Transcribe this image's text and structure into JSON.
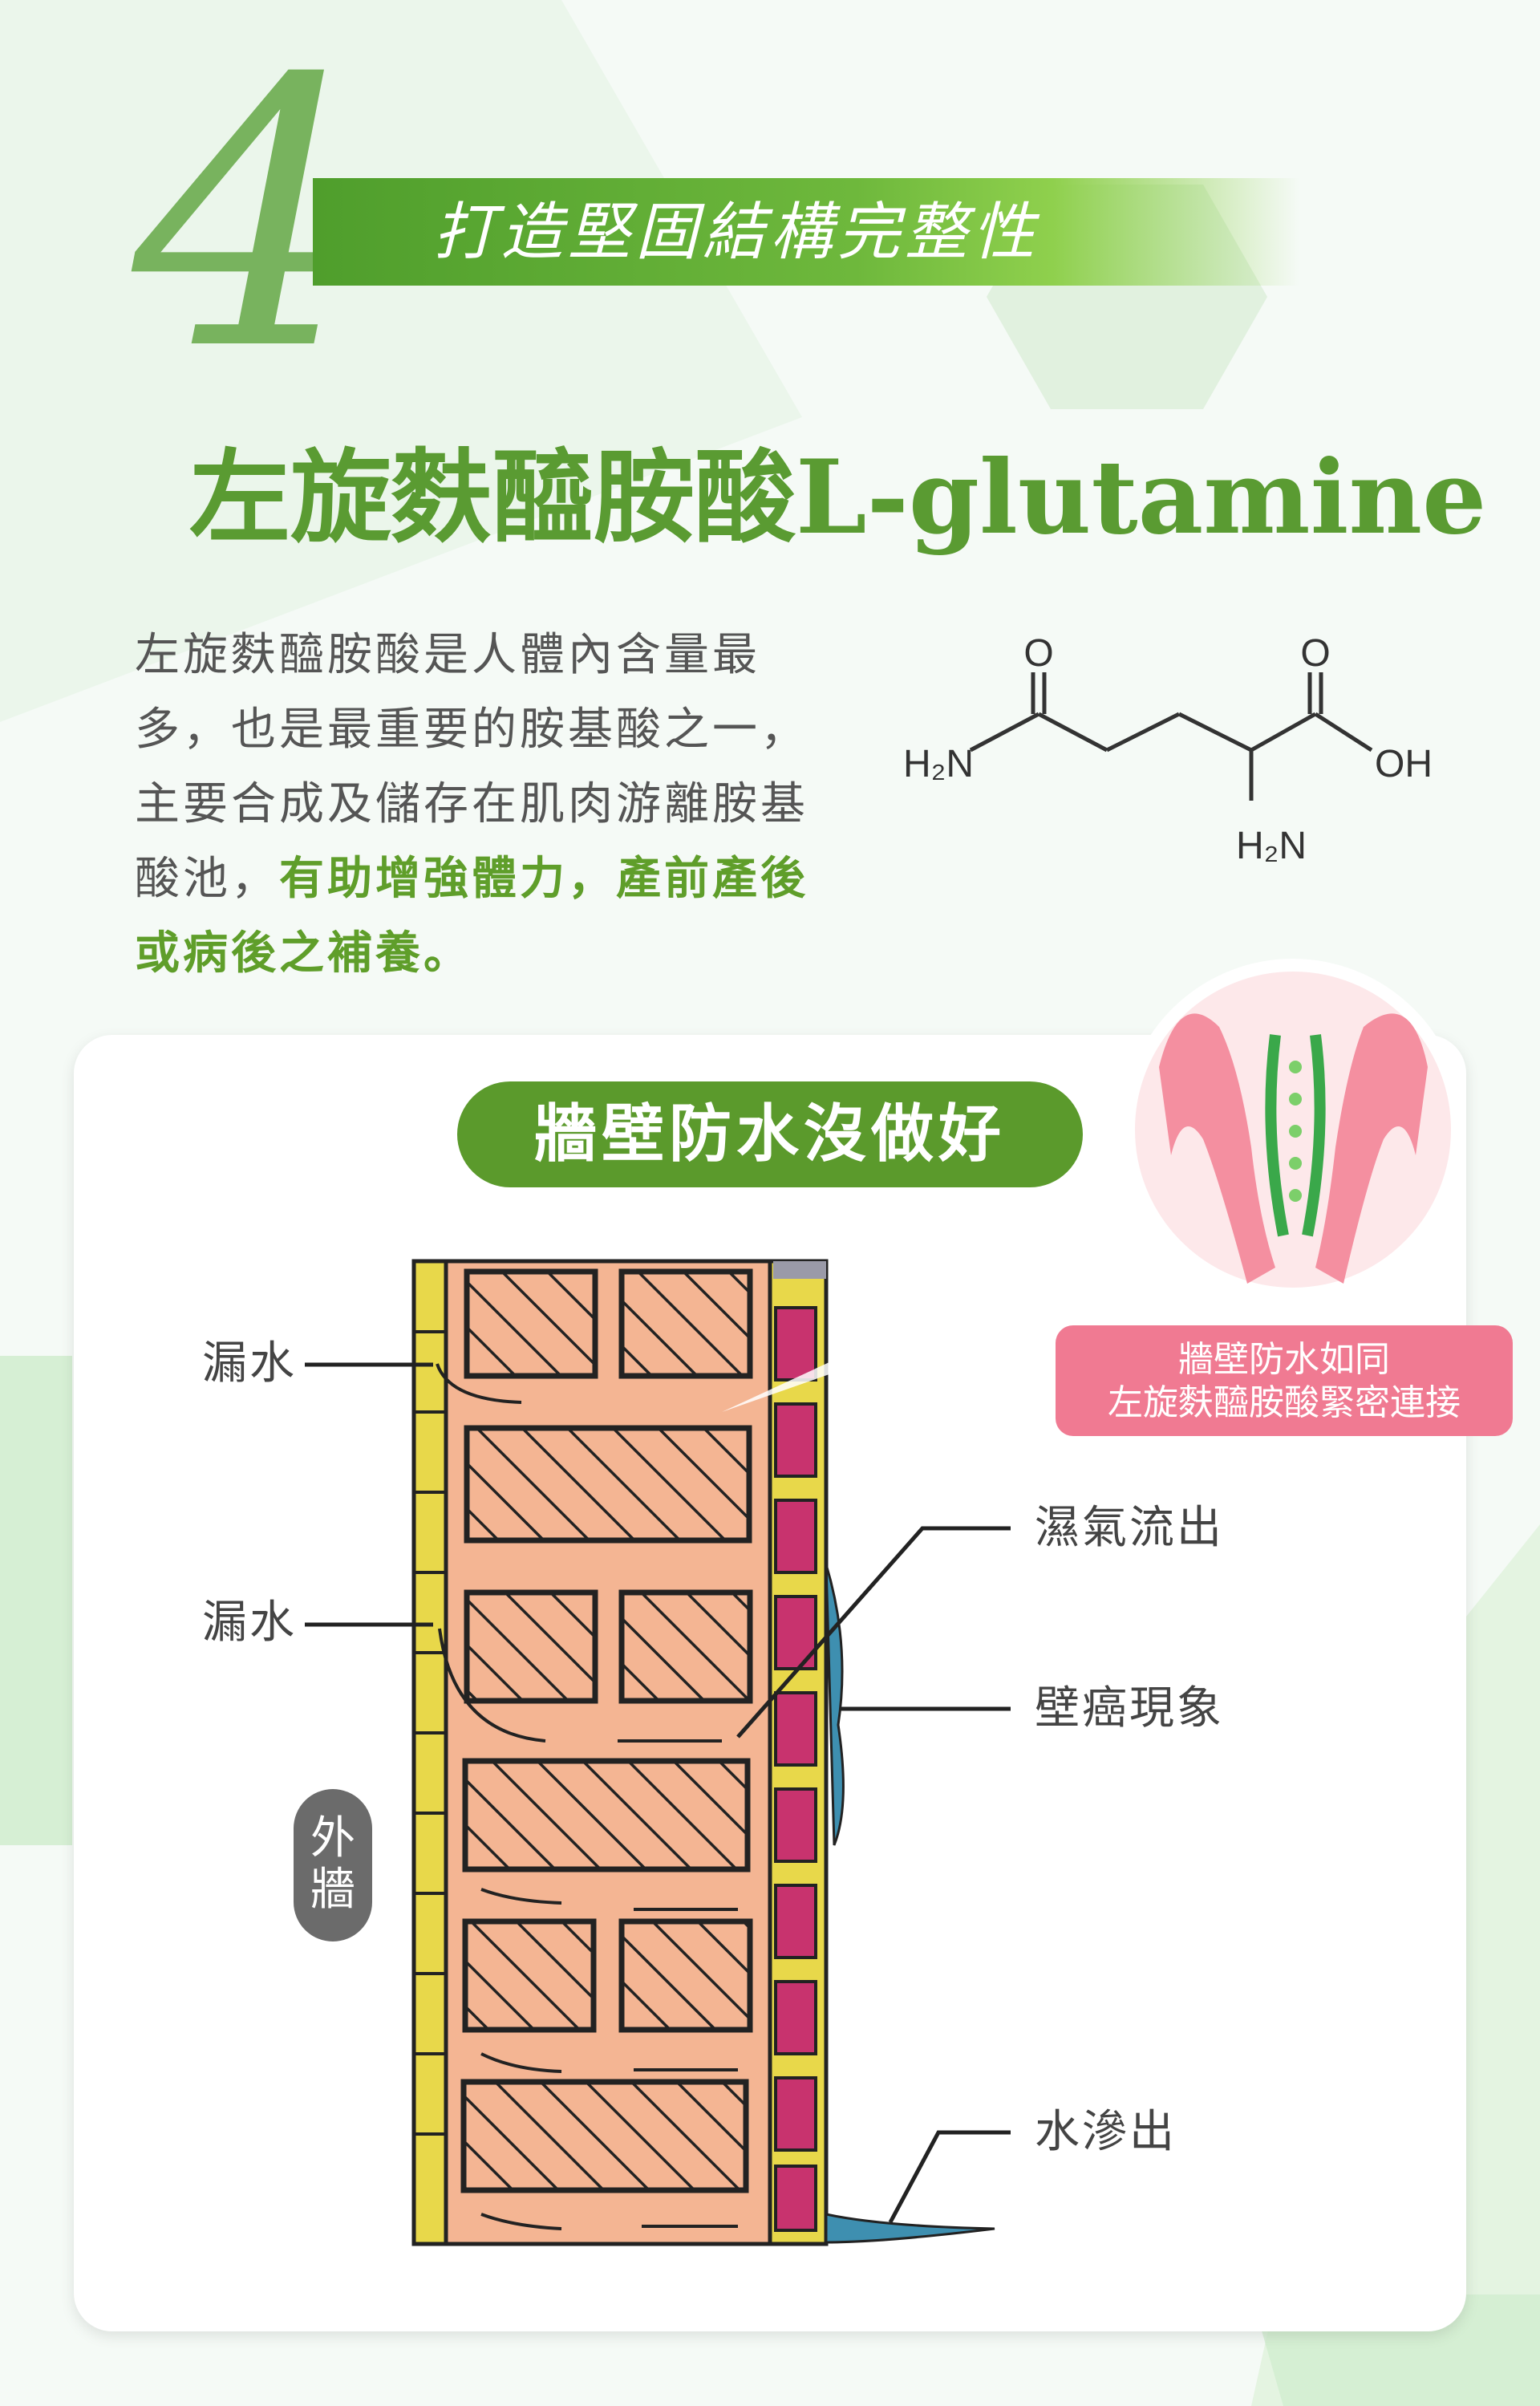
{
  "header": {
    "step_number": "4",
    "banner_text": "打造堅固結構完整性",
    "title": "左旋麩醯胺酸L-glutamine"
  },
  "intro": {
    "text_plain": "左旋麩醯胺酸是人體內含量最多，也是最重要的胺基酸之一，主要合成及儲存在肌肉游離胺基酸池，",
    "text_highlight": "有助增強體力，產前產後或病後之補養。"
  },
  "molecule": {
    "label_o_left": "O",
    "label_o_right": "O",
    "label_nh2_left": "H₂N",
    "label_oh": "OH",
    "label_nh2_bottom": "H₂N"
  },
  "diagram": {
    "pill_title": "牆壁防水沒做好",
    "label_leak_1": "漏水",
    "label_leak_2": "漏水",
    "label_outer_wall": "外牆",
    "callout_line1": "牆壁防水如同",
    "callout_line2": "左旋麩醯胺酸緊密連接",
    "label_moisture": "濕氣流出",
    "label_mold": "壁癌現象",
    "label_seep": "水滲出"
  },
  "colors": {
    "brand_green": "#5b9a2c",
    "number_green": "#78b35e",
    "callout_pink": "#f07a92",
    "brick": "#f4b593",
    "mortar": "#e8d84a",
    "inner_brick": "#c8336e",
    "water": "#3e8fb0"
  }
}
